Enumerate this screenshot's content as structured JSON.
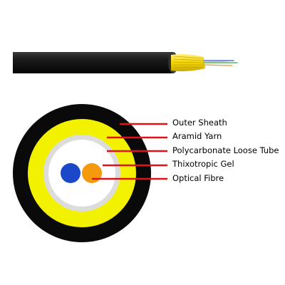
{
  "labels": {
    "outer_sheath": "Outer Sheath",
    "aramid_yarn": "Aramid Yarn",
    "loose_tube": "Polycarbonate Loose Tube",
    "thixotropic_gel": "Thixotropic Gel",
    "optical_fibre": "Optical Fibre"
  },
  "colors": {
    "sheath": "#0a0a0a",
    "aramid_yarn": "#f2f200",
    "loose_tube": "#dcdcdc",
    "gel": "#ffffff",
    "fibre_blue": "#1a48c8",
    "fibre_orange": "#f59a0c",
    "leader_line": "#e0121a"
  }
}
